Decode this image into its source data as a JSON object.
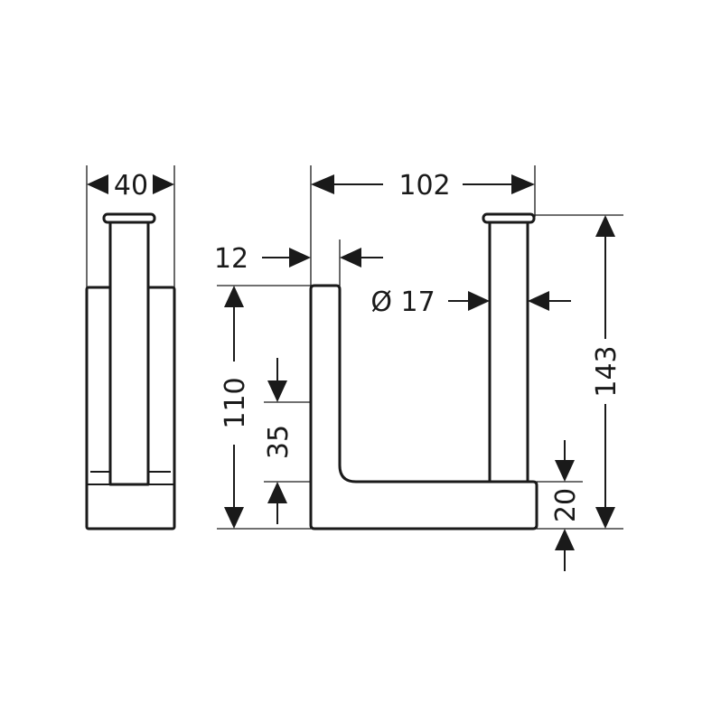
{
  "dimensions": {
    "depth": "40",
    "width": "102",
    "wall_thickness": "12",
    "rod_diameter": "Ø 17",
    "height_total": "143",
    "height_vertical_arm": "110",
    "mount_offset": "35",
    "base_height": "20"
  }
}
